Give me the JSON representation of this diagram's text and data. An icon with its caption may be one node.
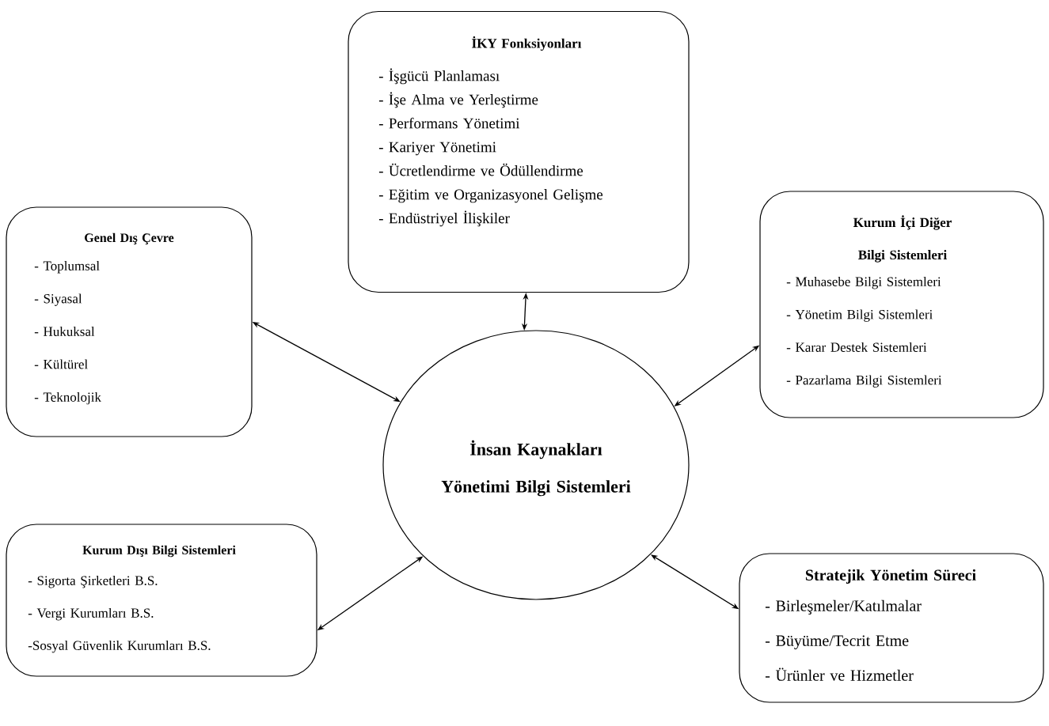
{
  "diagram": {
    "nodes": [
      {
        "text": [
          "İKY Fonksiyonları",
          "- İşgücü Planlaması",
          "- İşe Alma ve Yerleştirme",
          "- Performans Yönetimi",
          "- Kariyer Yönetimi",
          "- Ücretlendirme ve Ödüllendirme",
          "- Eğitim ve Organizasyonel Gelişme",
          "- Endüstriyel İlişkiler"
        ]
      },
      {
        "text": [
          "Genel Dış Çevre",
          "- Toplumsal",
          "- Siyasal",
          "- Hukuksal",
          "- Kültürel",
          "- Teknolojik"
        ]
      },
      {
        "text": [
          "Kurum İçi Diğer Bilgi Sistemleri",
          "- Muhasebe Bilgi Sistemleri",
          "- Yönetim Bilgi Sistemleri",
          "- Karar Destek Sistemleri",
          "- Pazarlama Bilgi Sistemleri"
        ]
      },
      {
        "text": [
          "İnsan Kaynakları Yönetimi Bilgi Sistemleri"
        ]
      },
      {
        "text": [
          "Kurum Dışı Bilgi Sistemleri",
          "- Sigorta Şirketleri B.S.",
          "- Vergi Kurumları B.S.",
          "-Sosyal Güvenlik Kurumları B.S."
        ]
      },
      {
        "text": [
          "Stratejik Yönetim Süreci",
          "- Birleşmeler/Katılmalar",
          "- Büyüme/Tecrit Etme",
          "- Ürünler ve Hizmetler"
        ]
      }
    ],
    "edges": [
      {
        "from": 0,
        "to": 3,
        "arrow": "both"
      },
      {
        "from": 1,
        "to": 3,
        "arrow": "both"
      },
      {
        "from": 2,
        "to": 3,
        "arrow": "both"
      },
      {
        "from": 4,
        "to": 3,
        "arrow": "both"
      },
      {
        "from": 5,
        "to": 3,
        "arrow": "both"
      }
    ]
  }
}
